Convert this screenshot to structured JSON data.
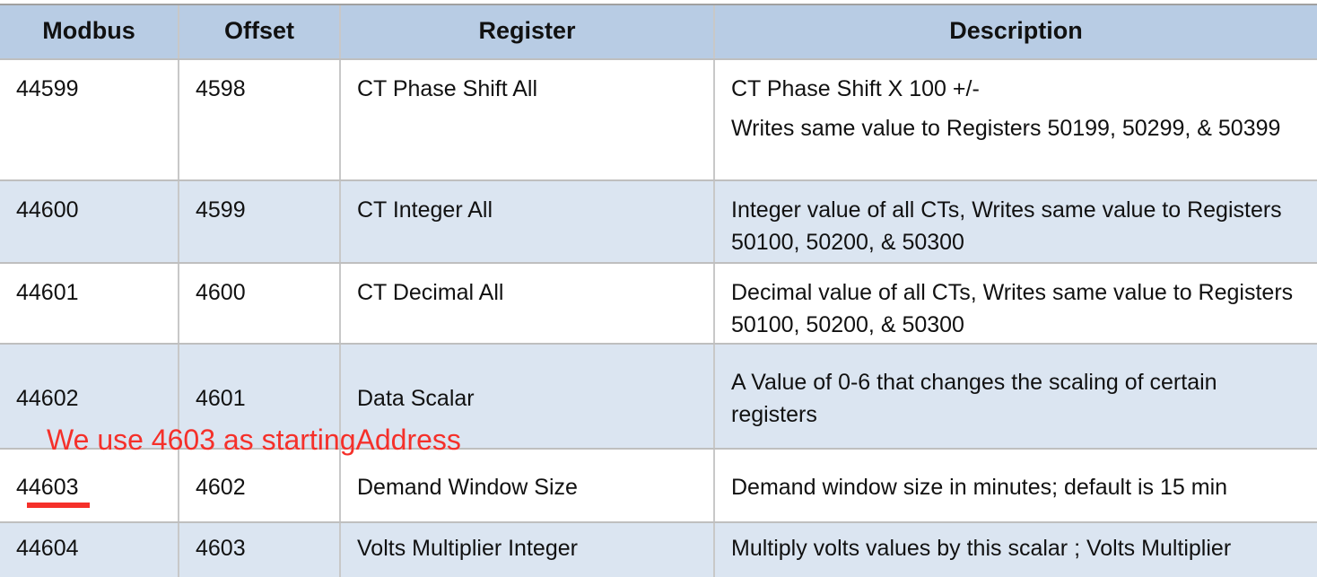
{
  "headers": [
    "Modbus",
    "Offset",
    "Register",
    "Description"
  ],
  "rows": [
    {
      "modbus": "44599",
      "offset": "4598",
      "register": "CT Phase Shift All",
      "description": "CT Phase Shift X 100 +/-",
      "description2": "Writes same value to Registers 50199, 50299, & 50399"
    },
    {
      "modbus": "44600",
      "offset": "4599",
      "register": "CT Integer All",
      "description": "Integer value of all CTs, Writes same value to Registers 50100, 50200, & 50300"
    },
    {
      "modbus": "44601",
      "offset": "4600",
      "register": "CT Decimal All",
      "description": "Decimal value of all CTs, Writes same value to Registers 50100, 50200, & 50300"
    },
    {
      "modbus": "44602",
      "offset": "4601",
      "register": "Data Scalar",
      "description": "A Value of 0-6 that changes the scaling of certain registers"
    },
    {
      "modbus": "44603",
      "offset": "4602",
      "register": "Demand Window Size",
      "description": "Demand window size in minutes; default is 15 min"
    },
    {
      "modbus": "44604",
      "offset": "4603",
      "register": "Volts Multiplier Integer",
      "description": "Multiply volts values by this scalar ; Volts Multiplier"
    }
  ],
  "annotation": "We use 4603 as startingAddress",
  "colors": {
    "header": "#b8cce4",
    "alt_row": "#dbe5f1",
    "annotation": "#f5302a"
  }
}
